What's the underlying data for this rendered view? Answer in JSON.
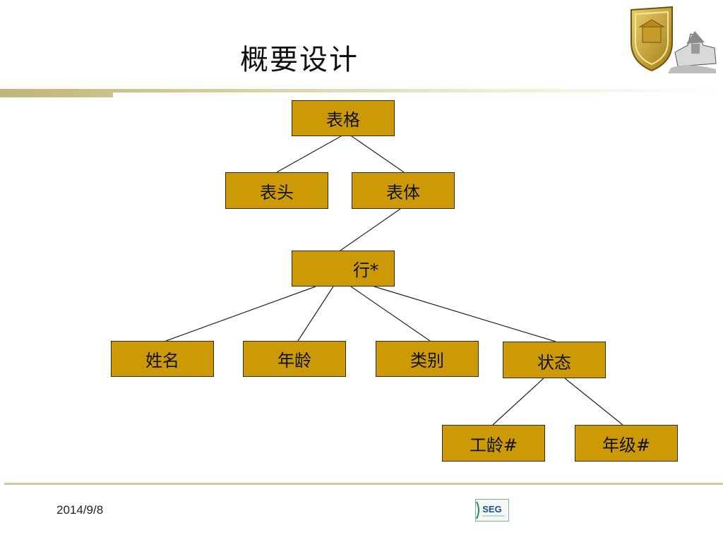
{
  "slide": {
    "title": "概要设计",
    "date": "2014/9/8"
  },
  "logos": {
    "top_right": "university-emblem-icon",
    "footer": "seg-logo-icon",
    "footer_text": "SEG"
  },
  "colors": {
    "node_fill": "#cc9a06",
    "node_border": "#3a2c00",
    "accent_bar": "#bfb57a",
    "line": "#222222"
  },
  "tree": {
    "root": "表格",
    "header": "表头",
    "body": "表体",
    "row": "行*",
    "name": "姓名",
    "age": "年龄",
    "category": "类别",
    "status": "状态",
    "work_age": "工龄#",
    "grade": "年级#"
  }
}
